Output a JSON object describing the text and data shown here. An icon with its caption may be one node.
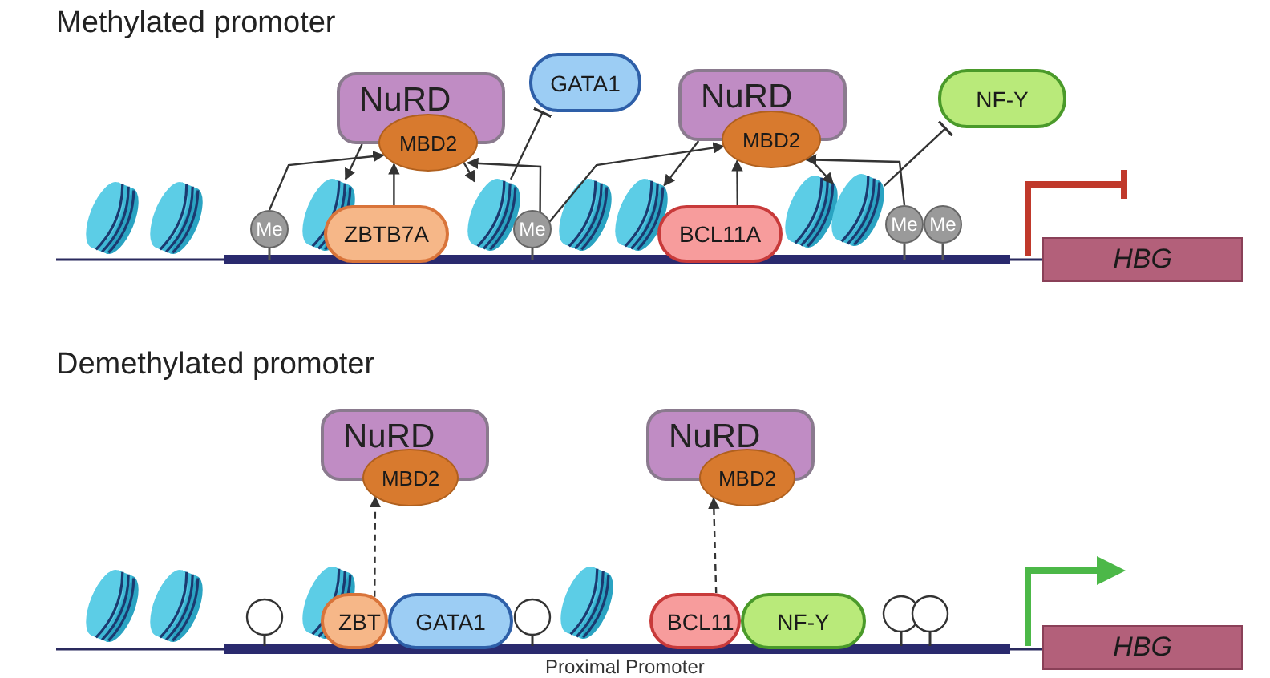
{
  "diagram": {
    "nodes": [
      {
        "text": [
          "NuRD"
        ]
      },
      {
        "text": [
          "MBD2"
        ]
      },
      {
        "text": [
          "GATA1"
        ]
      },
      {
        "text": [
          "NuRD"
        ]
      },
      {
        "text": [
          "MBD2"
        ]
      },
      {
        "text": [
          "NF-Y"
        ]
      },
      {
        "text": [
          "Me"
        ]
      },
      {
        "text": [
          "ZBTB7A"
        ]
      },
      {
        "text": [
          "Me"
        ]
      },
      {
        "text": [
          "BCL11A"
        ]
      },
      {
        "text": [
          "Me"
        ]
      },
      {
        "text": [
          "Me"
        ]
      },
      {
        "text": [
          "HBG"
        ]
      },
      {
        "text": [
          "NuRD"
        ]
      },
      {
        "text": [
          "MBD2"
        ]
      },
      {
        "text": [
          "ZBT"
        ]
      },
      {
        "text": [
          "GATA1"
        ]
      },
      {
        "text": [
          "NuRD"
        ]
      },
      {
        "text": [
          "MBD2"
        ]
      },
      {
        "text": [
          "BCL11"
        ]
      },
      {
        "text": [
          "NF-Y"
        ]
      },
      {
        "text": [
          "HBG"
        ]
      },
      {
        "text": [],
        "shape": "cylinder"
      },
      {
        "text": [],
        "shape": "cylinder"
      },
      {
        "text": [],
        "shape": "cylinder"
      },
      {
        "text": [],
        "shape": "cylinder"
      }
    ],
    "edges": [
      {
        "from": 0,
        "to": 22,
        "arrow": "to"
      },
      {
        "from": 6,
        "to": 1,
        "arrow": "to"
      },
      {
        "from": 7,
        "to": 1,
        "arrow": "to"
      },
      {
        "from": 1,
        "to": 23,
        "arrow": "to"
      },
      {
        "from": 8,
        "to": 1,
        "arrow": "to"
      },
      {
        "from": 23,
        "to": 2,
        "arrow": "other"
      },
      {
        "from": 3,
        "to": 24,
        "arrow": "to"
      },
      {
        "from": 8,
        "to": 4,
        "arrow": "to"
      },
      {
        "from": 9,
        "to": 4,
        "arrow": "to"
      },
      {
        "from": 4,
        "to": 25,
        "arrow": "to"
      },
      {
        "from": 10,
        "to": 4,
        "arrow": "to"
      },
      {
        "from": 25,
        "to": 5,
        "arrow": "other"
      },
      {
        "from": 15,
        "to": 14,
        "arrow": "to",
        "style": "dashed"
      },
      {
        "from": 19,
        "to": 18,
        "arrow": "to",
        "style": "dashed"
      }
    ],
    "labels": [
      "Methylated promoter",
      "Demethylated promoter",
      "Proximal Promoter"
    ]
  }
}
